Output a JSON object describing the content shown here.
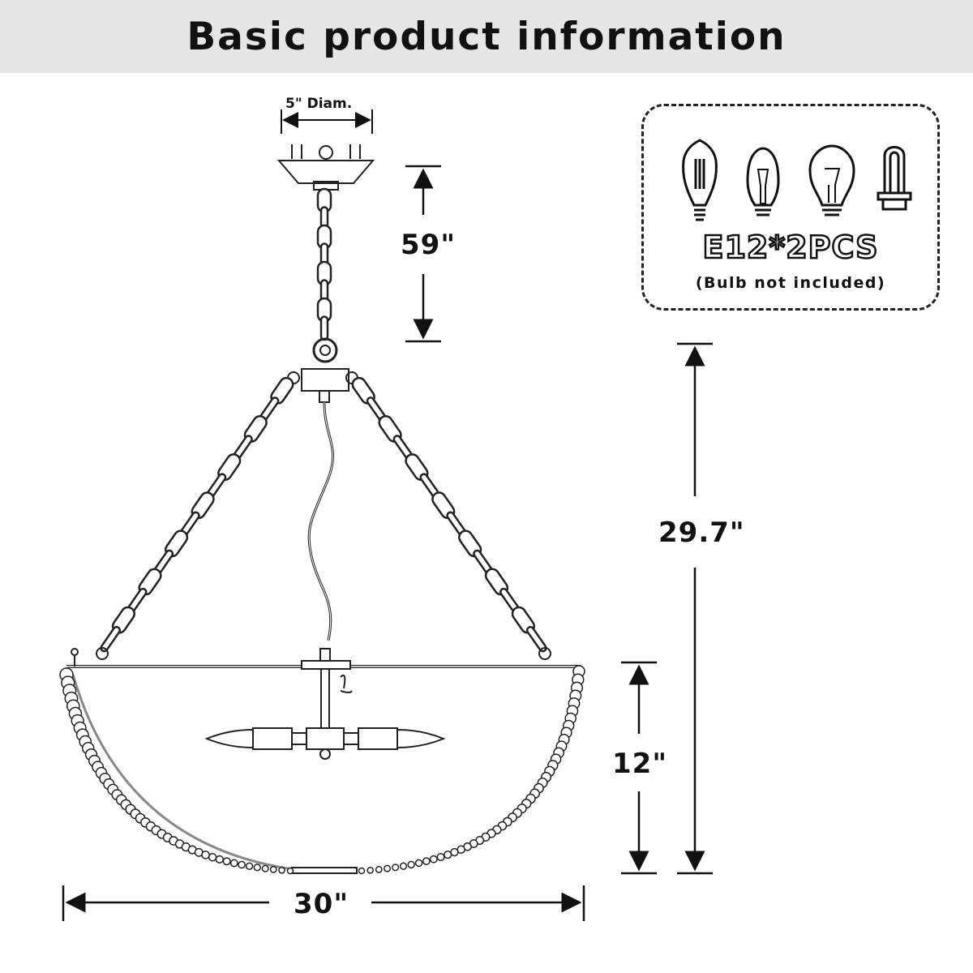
{
  "header": {
    "title": "Basic product information"
  },
  "dimensions": {
    "canopy_diameter": "5\" Diam.",
    "chain_length": "59\"",
    "total_height": "29.7\"",
    "body_height": "12\"",
    "width": "30\""
  },
  "bulb_info": {
    "spec": "E12*2PCS",
    "note": "(Bulb not included)",
    "icons": [
      "edison-bulb-icon",
      "candle-bulb-icon",
      "standard-bulb-icon",
      "cfl-bulb-icon"
    ]
  }
}
